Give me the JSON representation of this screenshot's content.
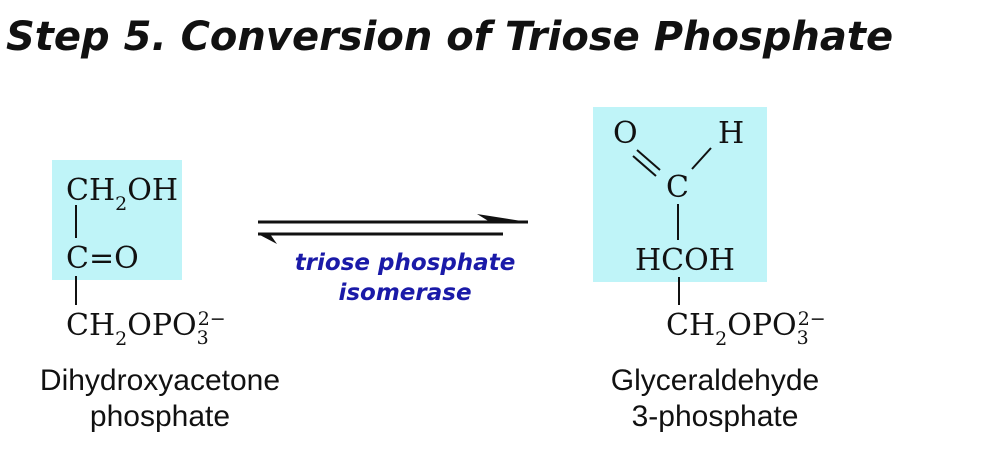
{
  "title": "Step 5. Conversion of Triose Phosphate",
  "colors": {
    "highlight": "#bff4f8",
    "enzyme_text": "#1a1aa8"
  },
  "reactant": {
    "group1": {
      "a": "CH",
      "sub": "2",
      "b": "OH"
    },
    "group2": "C=O",
    "group3": {
      "a": "CH",
      "sub": "2",
      "b": "OPO",
      "sub2": "3",
      "sup": "2−"
    },
    "name_line1": "Dihydroxyacetone",
    "name_line2": "phosphate"
  },
  "enzyme": {
    "line1": "triose phosphate",
    "line2": "isomerase"
  },
  "product": {
    "o": "O",
    "h": "H",
    "c": "C",
    "group2": "HCOH",
    "group3": {
      "a": "CH",
      "sub": "2",
      "b": "OPO",
      "sub2": "3",
      "sup": "2−"
    },
    "name_line1": "Glyceraldehyde",
    "name_line2": "3-phosphate"
  }
}
